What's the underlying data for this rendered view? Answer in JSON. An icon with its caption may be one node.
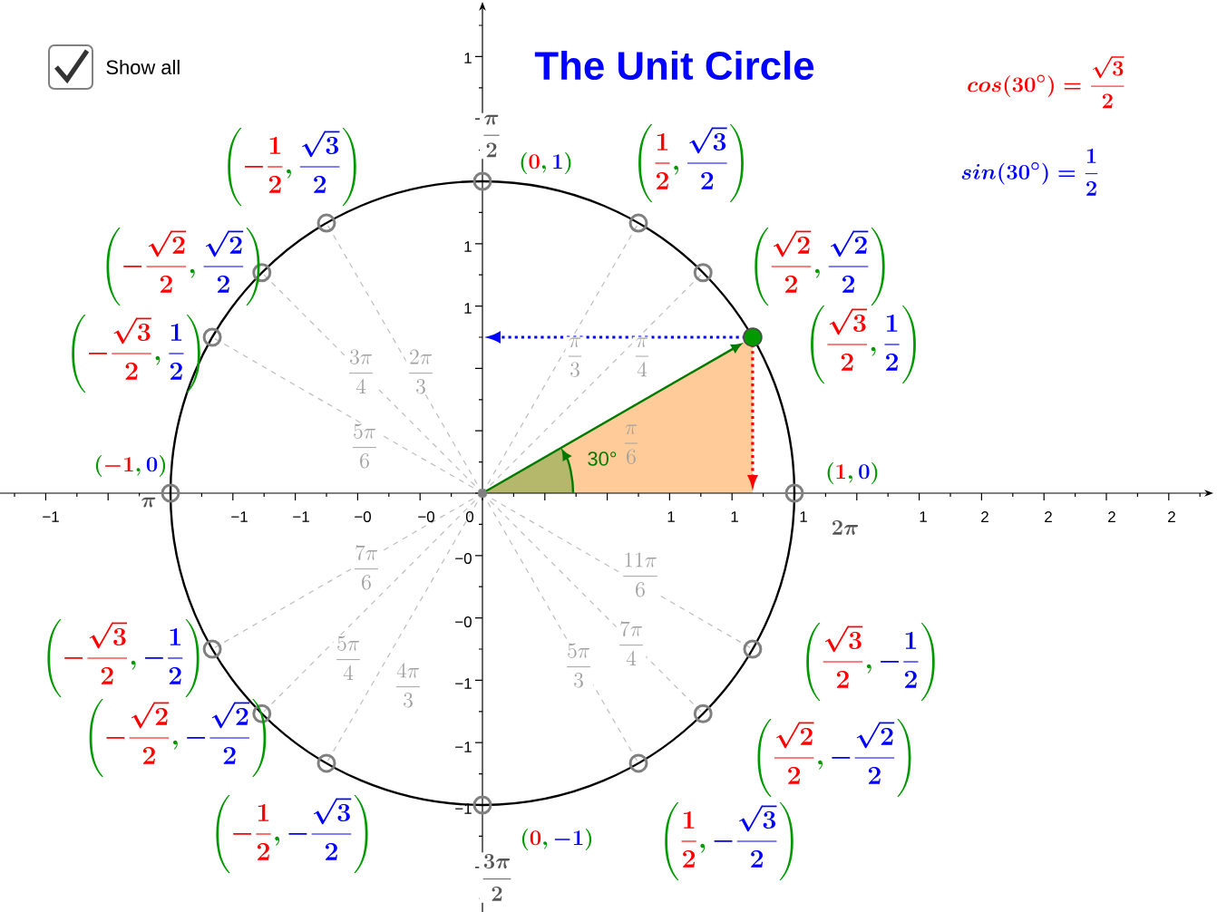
{
  "diagram": {
    "title": "The Unit Circle",
    "labels": [
      "Show all",
      "−1",
      "−1",
      "−1",
      "−0",
      "−0",
      "0",
      "1",
      "1",
      "1",
      "1",
      "2",
      "2",
      "2",
      "2",
      "1",
      "1",
      "1",
      "−0",
      "−0",
      "−1",
      "−1",
      "−1",
      "\\frac{\\pi}{2}",
      "\\pi",
      "2\\pi",
      "\\frac{3\\pi}{2}",
      "\\frac{\\pi}{3}",
      "\\frac{\\pi}{4}",
      "\\frac{\\pi}{6}",
      "\\frac{3\\pi}{4}",
      "\\frac{2\\pi}{3}",
      "\\frac{5\\pi}{6}",
      "\\frac{7\\pi}{6}",
      "\\frac{5\\pi}{4}",
      "\\frac{4\\pi}{3}",
      "\\frac{5\\pi}{3}",
      "\\frac{7\\pi}{4}",
      "\\frac{11\\pi}{6}",
      "\\color{green}\\left({\\color{red}0},{\\color{blue}1}\\right)",
      "\\color{green}\\left({\\color{red}\\frac{1}{2}},{\\color{blue}\\frac{\\sqrt{3}}{2}}\\right)",
      "\\color{green}\\left({\\color{red}\\frac{\\sqrt{2}}{2}},{\\color{blue}\\frac{\\sqrt{2}}{2}}\\right)",
      "\\color{green}\\left({\\color{red}\\frac{\\sqrt{3}}{2}},{\\color{blue}\\frac{1}{2}}\\right)",
      "\\color{green}\\left({\\color{red}1},{\\color{blue}0}\\right)",
      "\\color{green}\\left({\\color{red}-\\frac{1}{2}},{\\color{blue}\\frac{\\sqrt{3}}{2}}\\right)",
      "\\color{green}\\left({\\color{red}-\\frac{\\sqrt{2}}{2}},{\\color{blue}\\frac{\\sqrt{2}}{2}}\\right)",
      "\\color{green}\\left({\\color{red}-\\frac{\\sqrt{3}}{2}},{\\color{blue}\\frac{1}{2}}\\right)",
      "\\color{green}\\left({\\color{red}-1},{\\color{blue}0}\\right)",
      "\\color{green}\\left({\\color{red}-\\frac{\\sqrt{3}}{2}},{\\color{blue}-\\frac{1}{2}}\\right)",
      "\\color{green}\\left({\\color{red}-\\frac{\\sqrt{2}}{2}},{\\color{blue}-\\frac{\\sqrt{2}}{2}}\\right)",
      "\\color{green}\\left({\\color{red}-\\frac{1}{2}},{\\color{blue}-\\frac{\\sqrt{3}}{2}}\\right)",
      "\\color{green}\\left({\\color{red}0},{\\color{blue}-1}\\right)",
      "\\color{green}\\left({\\color{red}\\frac{\\sqrt{3}}{2}},{\\color{blue}-\\frac{1}{2}}\\right)",
      "\\color{green}\\left({\\color{red}\\frac{\\sqrt{2}}{2}},{\\color{blue}-\\frac{\\sqrt{2}}{2}}\\right)",
      "\\color{green}\\left({\\color{red}\\frac{1}{2}},{\\color{blue}-\\frac{\\sqrt{3}}{2}}\\right)",
      "cos(30^{\\circ})=\\frac{\\sqrt{3}}{2}",
      "sin(30^{\\circ})=\\frac{1}{2}",
      "30°"
    ]
  }
}
